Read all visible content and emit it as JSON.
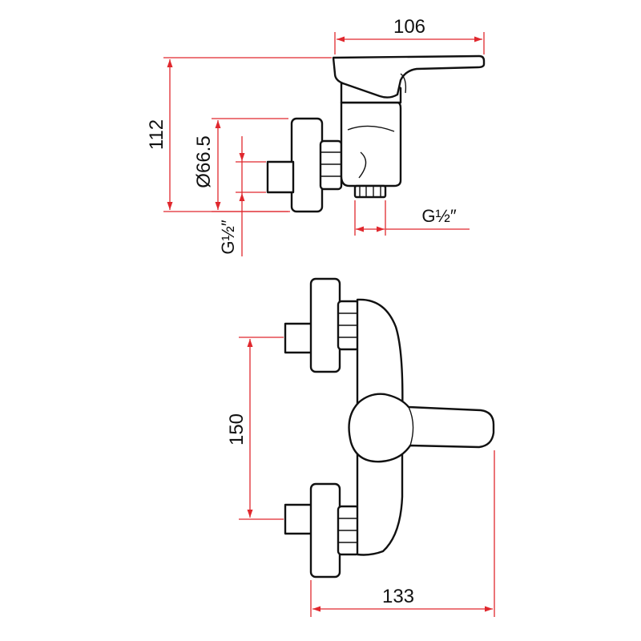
{
  "colors": {
    "dimension_line": "#e0282e",
    "outline": "#111111",
    "background": "#ffffff"
  },
  "side_view": {
    "dim_width": "106",
    "dim_height": "112",
    "dim_diameter": "Ø66.5",
    "dim_inlet_thread": "G½″",
    "dim_outlet_thread": "G½″"
  },
  "front_view": {
    "dim_inlet_spacing": "150",
    "dim_overall_width": "133"
  }
}
